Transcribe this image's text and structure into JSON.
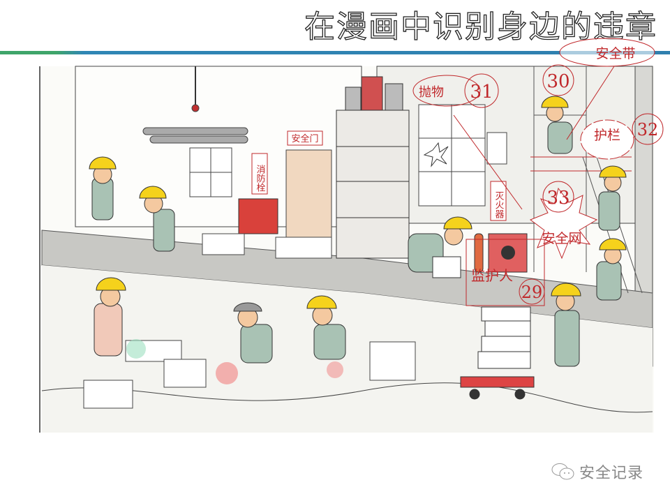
{
  "slide": {
    "title": "在漫画中识别身边的违章"
  },
  "illustration": {
    "signs": {
      "safety_door": "安全门",
      "fire_hydrant": "消防栓",
      "fire_extinguisher": "灭火器"
    },
    "annotations": [
      {
        "number": "29",
        "label": "监护人"
      },
      {
        "number": "30",
        "label": "安全带"
      },
      {
        "number": "31",
        "label": "抛物"
      },
      {
        "number": "32",
        "label": "护栏"
      },
      {
        "number": "33",
        "label": "安全网"
      }
    ],
    "colors": {
      "annotation": "#c0282b",
      "helmet": "#f5d21c",
      "uniform": "#a9c2b4",
      "rule_blue": "#2f86b5",
      "rule_green": "#3fa56a"
    }
  },
  "watermark": {
    "icon": "wechat-icon",
    "text": "安全记录"
  }
}
